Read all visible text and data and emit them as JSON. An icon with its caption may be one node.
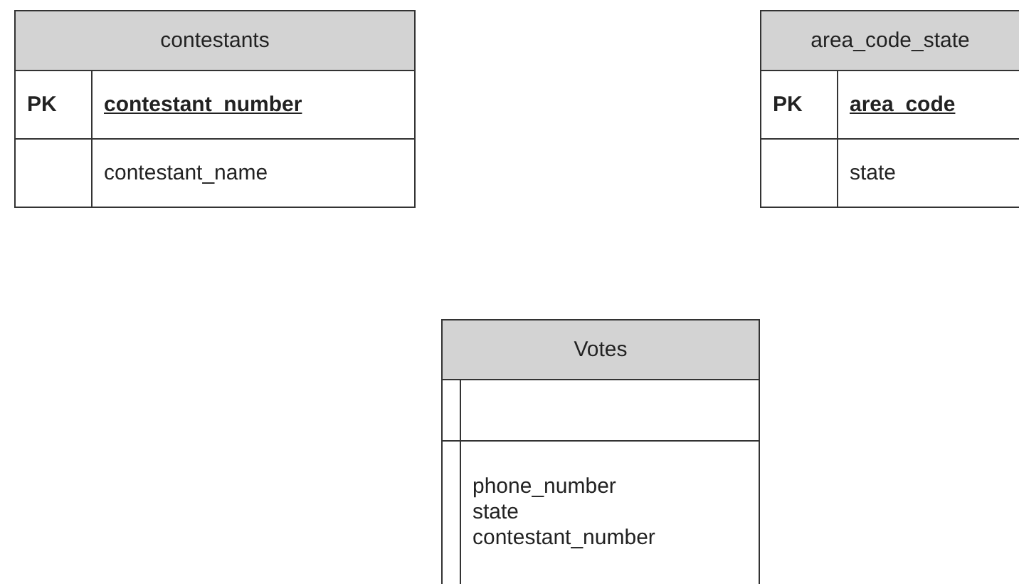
{
  "diagram": {
    "nodes": [
      {
        "text": [
          "contestants"
        ]
      },
      {
        "text": [
          "PK"
        ],
        "in": 0
      },
      {
        "text": [
          "contestant_number"
        ],
        "in": 0
      },
      {
        "text": [],
        "shape": "box",
        "in": 0
      },
      {
        "text": [
          "contestant_name"
        ],
        "in": 0
      },
      {
        "text": [
          "area_code_state"
        ]
      },
      {
        "text": [
          "PK"
        ],
        "in": 5
      },
      {
        "text": [
          "area_code"
        ],
        "in": 5
      },
      {
        "text": [],
        "shape": "box",
        "in": 5
      },
      {
        "text": [
          "state"
        ],
        "in": 5
      },
      {
        "text": [
          "Votes"
        ]
      },
      {
        "text": [],
        "shape": "box",
        "in": 10
      },
      {
        "text": [],
        "shape": "box",
        "in": 10
      },
      {
        "text": [],
        "shape": "box",
        "in": 10
      },
      {
        "text": [
          "phone_number",
          "state",
          "contestant_number"
        ],
        "in": 10
      }
    ]
  }
}
